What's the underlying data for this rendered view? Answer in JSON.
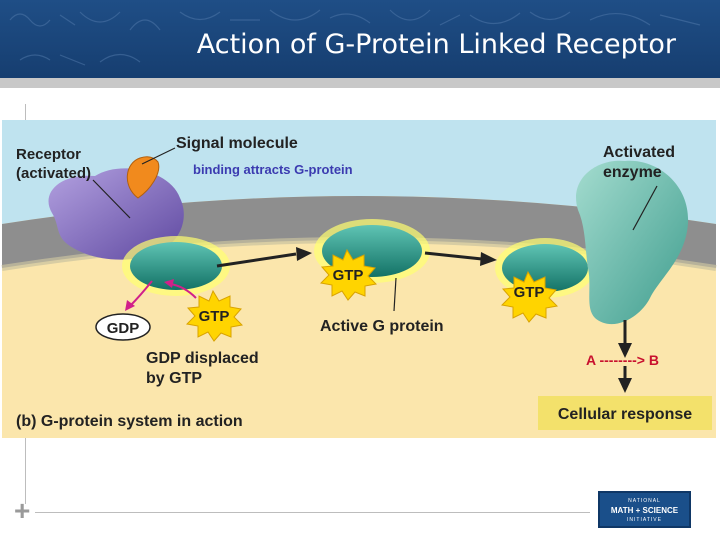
{
  "slide": {
    "title": "Action of G-Protein Linked Receptor"
  },
  "diagram": {
    "receptor_label": [
      "Receptor",
      "(activated)"
    ],
    "signal_molecule": "Signal molecule",
    "binding_note": "binding attracts G-protein",
    "activated_enzyme": [
      "Activated",
      "enzyme"
    ],
    "gtp": "GTP",
    "gdp": "GDP",
    "active_g_protein": "Active G protein",
    "gdp_displaced": [
      "GDP displaced",
      "by GTP"
    ],
    "reaction": "A --------> B",
    "cellular_response": "Cellular response",
    "caption": "(b) G-protein system in action"
  },
  "logo": {
    "top": "NATIONAL",
    "middle": "MATH + SCIENCE",
    "bottom": "INITIATIVE"
  },
  "colors": {
    "header": "#1f4e86",
    "membrane": "#8e8e8e",
    "cytoplasm": "#fbe6ac",
    "extracellular": "#bfe3ef",
    "receptor": "#8f75c2",
    "g_protein": "#1e9a8a",
    "enzyme": "#6fbfb0",
    "gtp_burst": "#ffd400",
    "label_red": "#c8102e",
    "binding_text": "#3b3bb0",
    "response_box": "#f3e16b"
  }
}
